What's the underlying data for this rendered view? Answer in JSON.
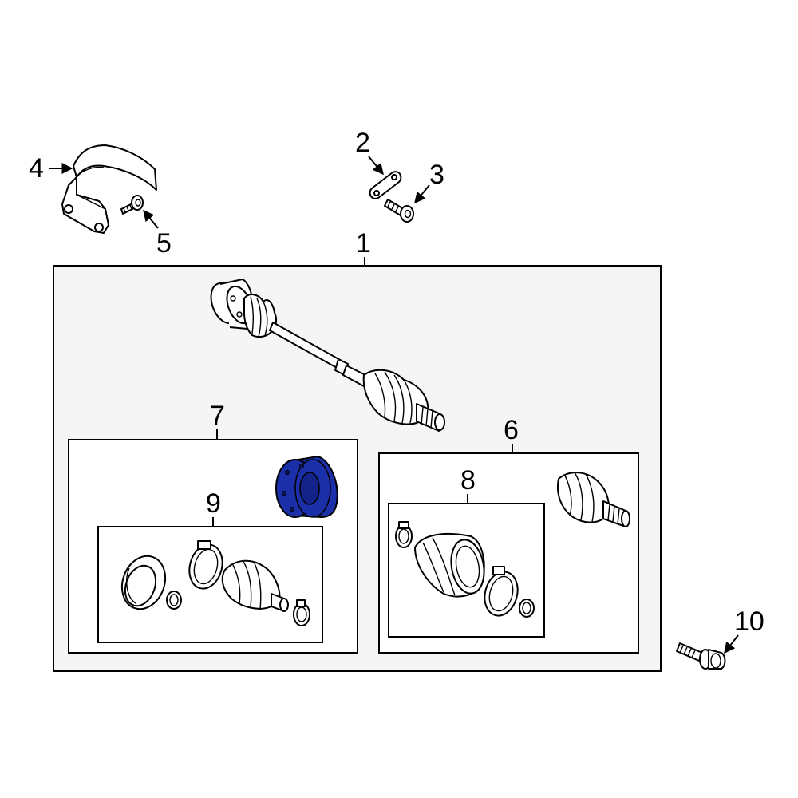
{
  "diagram": {
    "background": "#ffffff",
    "box_fill": "#f5f5f5",
    "highlight_color": "#1a2fa8",
    "callouts": {
      "c1": "1",
      "c2": "2",
      "c3": "3",
      "c4": "4",
      "c5": "5",
      "c6": "6",
      "c7": "7",
      "c8": "8",
      "c9": "9",
      "c10": "10"
    },
    "highlighted_part": "7"
  }
}
